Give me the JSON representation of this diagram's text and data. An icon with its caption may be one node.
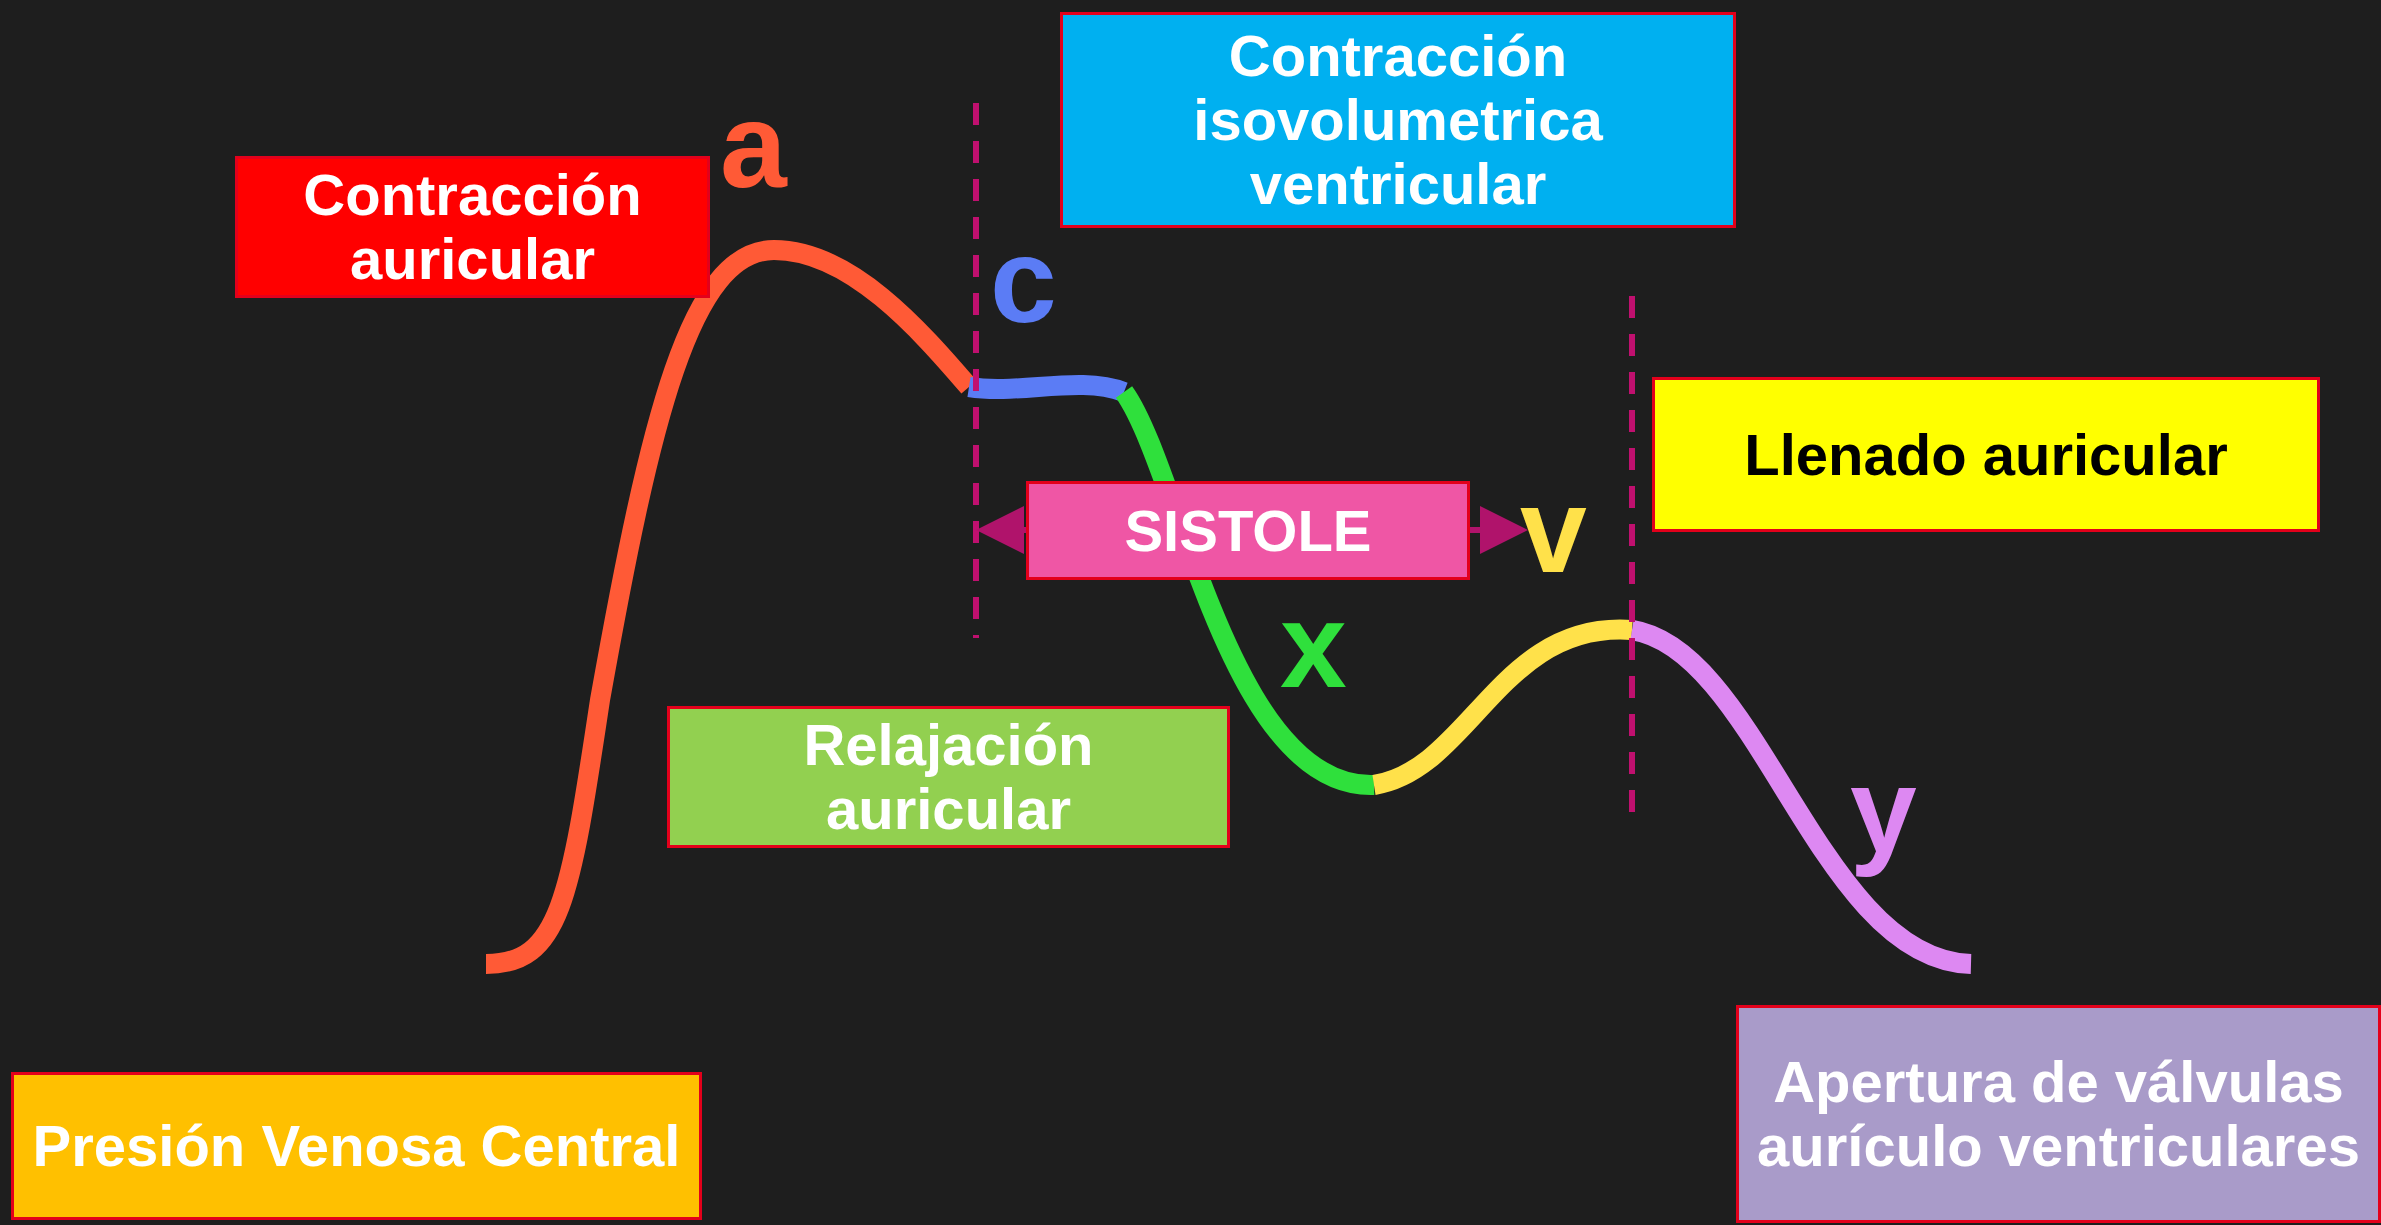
{
  "diagram": {
    "nodes": [
      {
        "text": [
          "Contracción isovolumetrica ventricular"
        ]
      },
      {
        "text": [
          "Contracción auricular"
        ]
      },
      {
        "text": [
          "Llenado auricular"
        ]
      },
      {
        "text": [
          "SISTOLE"
        ]
      },
      {
        "text": [
          "Relajación auricular"
        ]
      },
      {
        "text": [
          "Presión Venosa Central"
        ]
      },
      {
        "text": [
          "Apertura de válvulas aurículo ventriculares"
        ]
      }
    ],
    "edges": [],
    "labels": [
      "a",
      "c",
      "v",
      "x",
      "y"
    ]
  }
}
